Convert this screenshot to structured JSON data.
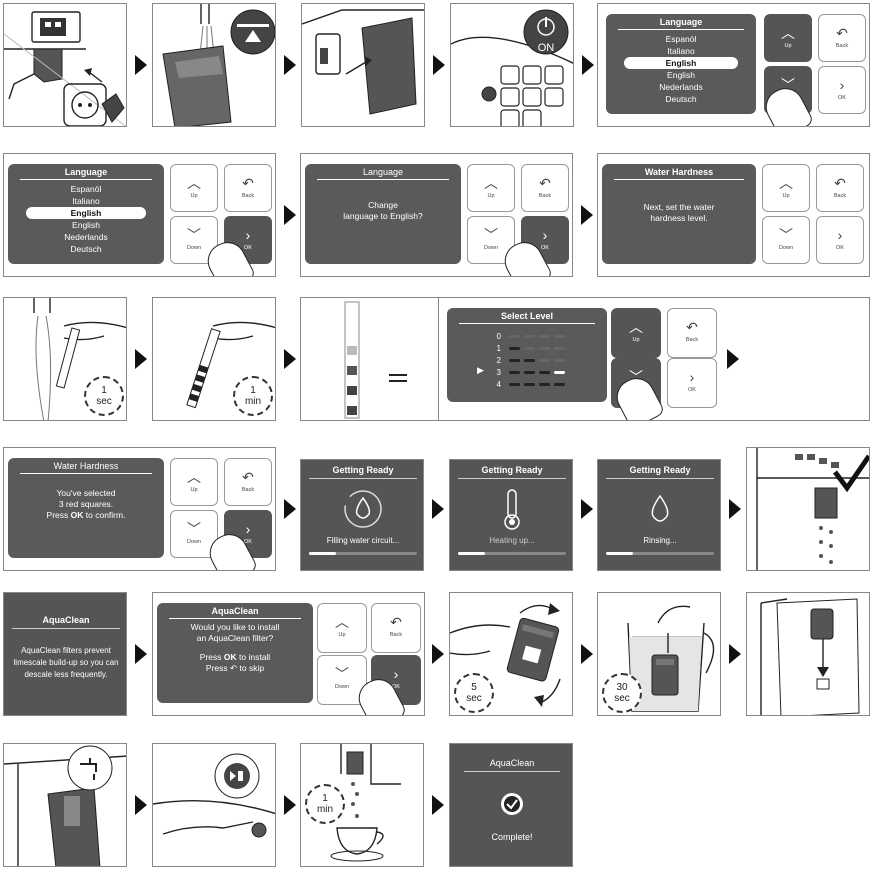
{
  "colors": {
    "screen": "#5a5a5a",
    "ink": "#222222",
    "highlight": "#ffffff"
  },
  "row2": {
    "p1": {
      "title": "Language",
      "items": [
        "Espanöl",
        "Italiano",
        "English",
        "English",
        "Nederlands",
        "Deutsch"
      ],
      "selected": "English"
    },
    "p2": {
      "title": "Language",
      "items": [
        "Espanöl",
        "Italiano",
        "English",
        "English",
        "Nederlands",
        "Deutsch"
      ],
      "selected": "English"
    },
    "p3": {
      "title": "Language",
      "line1": "Change",
      "line2": "language to English?"
    },
    "p4": {
      "title": "Water Hardness",
      "line1": "Next, set the water",
      "line2": "hardness level."
    }
  },
  "row1": {
    "on_label": "ON"
  },
  "buttons": {
    "up": "Up",
    "back": "Back",
    "down": "Down",
    "ok": "OK"
  },
  "row3": {
    "t1": {
      "num": "1",
      "unit": "sec"
    },
    "t2": {
      "num": "1",
      "unit": "min"
    },
    "select": {
      "title": "Select Level",
      "levels": [
        "0",
        "1",
        "2",
        "3",
        "4"
      ],
      "selected_level": 3,
      "pointer": "▶"
    }
  },
  "row4": {
    "wh": {
      "title": "Water Hardness",
      "line1": "You've selected",
      "line2": "3 red squares.",
      "line3_pre": "Press",
      "line3_bold": "OK",
      "line3_post": "to confirm."
    },
    "g1": {
      "title": "Getting Ready",
      "caption": "Filling water circuit...",
      "progress": 0.25
    },
    "g2": {
      "title": "Getting Ready",
      "caption": "Heating up...",
      "progress": 0.25
    },
    "g3": {
      "title": "Getting Ready",
      "caption": "Rinsing...",
      "progress": 0.25
    }
  },
  "row5": {
    "aq1": {
      "title": "AquaClean",
      "line1": "AquaClean filters prevent",
      "line2": "limescale build-up so you can",
      "line3": "descale less frequently."
    },
    "aq2": {
      "title": "AquaClean",
      "line1": "Would you like to install",
      "line2": "an AquaClean filter?",
      "line3_pre": "Press",
      "line3_bold": "OK",
      "line3_post": "to install",
      "line4_pre": "Press",
      "line4_post": "to skip"
    },
    "t5": {
      "num": "5",
      "unit": "sec"
    },
    "t30": {
      "num": "30",
      "unit": "sec"
    }
  },
  "row6": {
    "t1m": {
      "num": "1",
      "unit": "min"
    },
    "done": {
      "title": "AquaClean",
      "caption": "Complete!"
    }
  }
}
